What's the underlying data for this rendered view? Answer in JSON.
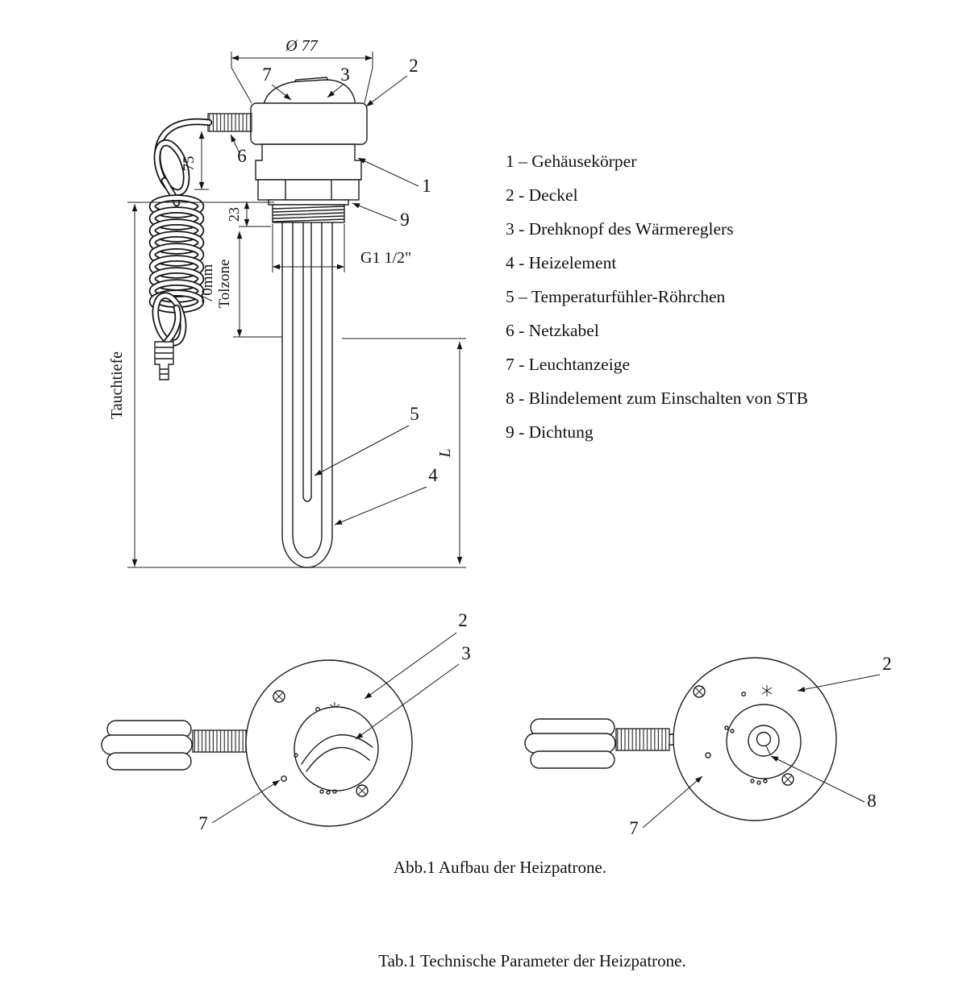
{
  "figure": {
    "caption": "Abb.1 Aufbau der Heizpatrone.",
    "table_caption": "Tab.1 Technische Parameter der Heizpatrone."
  },
  "legend": {
    "items": [
      "1 – Gehäusekörper",
      "2 - Deckel",
      "3 - Drehknopf des Wärmereglers",
      "4 - Heizelement",
      "5 – Temperaturfühler-Röhrchen",
      "6 - Netzkabel",
      "7 - Leuchtanzeige",
      "8 - Blindelement zum Einschalten von STB",
      "9 - Dichtung"
    ]
  },
  "dimensions": {
    "diameter": "Ø 77",
    "cable": "75",
    "seal": "23",
    "tolzone_value": "70mm",
    "tolzone_label": "Tolzone",
    "thread": "G1 1/2\"",
    "immersion": "Tauchtiefe",
    "length": "L"
  },
  "callouts": {
    "main": {
      "n1": "1",
      "n2": "2",
      "n3": "3",
      "n4": "4",
      "n5": "5",
      "n6": "6",
      "n7": "7",
      "n9": "9"
    },
    "view_knob": {
      "n2": "2",
      "n3": "3",
      "n7": "7"
    },
    "view_blind": {
      "n2": "2",
      "n7": "7",
      "n8": "8"
    }
  }
}
